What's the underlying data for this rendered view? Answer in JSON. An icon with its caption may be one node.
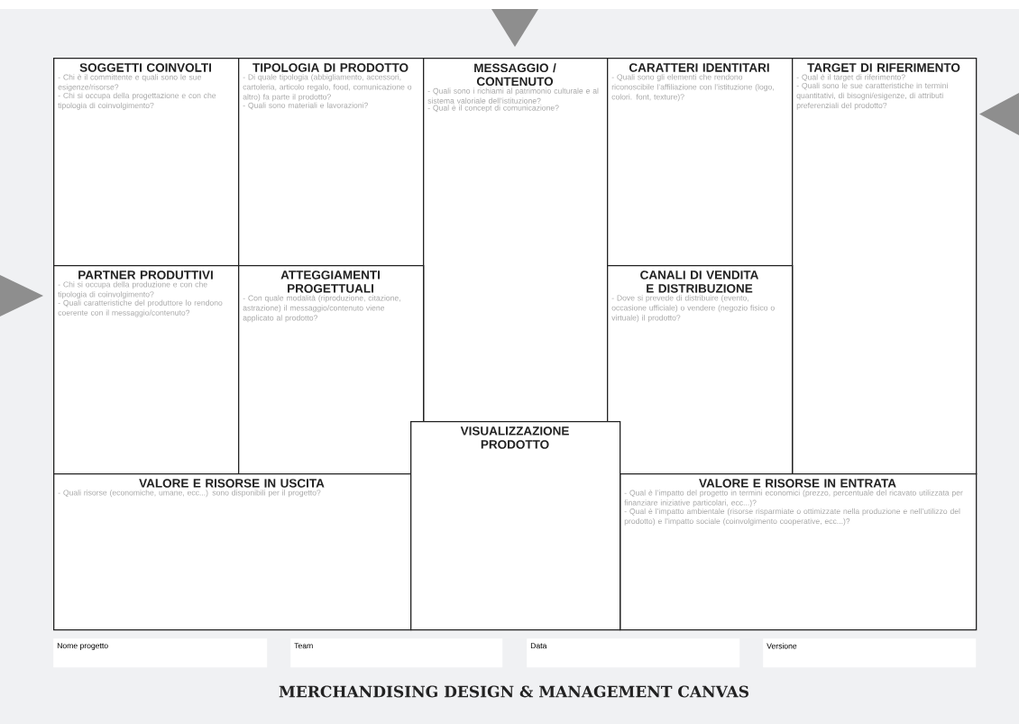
{
  "diagram": {
    "title": "MERCHANDISING DESIGN & MANAGEMENT CANVAS",
    "nodes": [
      {
        "text": [
          "SOGGETTI COINVOLTI",
          "- Chi è il committente e quali sono le sue esigenze/risorse?",
          "- Chi si occupa della progettazione e con che tipologia di coinvolgimento?"
        ]
      },
      {
        "text": [
          "TIPOLOGIA DI PRODOTTO",
          "- Di quale tipologia (abbigliamento, accessori, cartoleria, articolo regalo, food, comunicazione o altro) fa parte il prodotto?",
          "- Quali sono materiali e lavorazioni?"
        ]
      },
      {
        "text": [
          "MESSAGGIO / CONTENUTO",
          "- Quali sono i richiami al patrimonio culturale e al sistema valoriale dell’istituzione?",
          "- Qual è il concept di comunicazione?"
        ]
      },
      {
        "text": [
          "CARATTERI IDENTITARI",
          "- Quali sono gli elementi che rendono riconoscibile l’affiliazione con l’istituzione (logo, colori. font, texture)?"
        ]
      },
      {
        "text": [
          "TARGET DI RIFERIMENTO",
          "- Qual è il target di riferimento?",
          "- Quali sono le sue caratteristiche in termini quantitativi, di bisogni/esigenze, di attributi preferenziali del prodotto?"
        ]
      },
      {
        "text": [
          "PARTNER PRODUTTIVI",
          "- Chi si occupa della produzione e con che tipologia di coinvolgimento?",
          "- Quali caratteristiche del produttore lo rendono coerente con il messaggio/contenuto?"
        ]
      },
      {
        "text": [
          "ATTEGGIAMENTI PROGETTUALI",
          "- Con quale modalità (riproduzione, citazione, astrazione) il messaggio/contenuto viene applicato al prodotto?"
        ]
      },
      {
        "text": [
          "CANALI DI VENDITA E DISTRIBUZIONE",
          "- Dove si prevede di distribuire (evento, occasione ufficiale) o vendere (negozio fisico o virtuale) il prodotto?"
        ]
      },
      {
        "text": [
          "VISUALIZZAZIONE PRODOTTO"
        ]
      },
      {
        "text": [
          "VALORE E RISORSE IN USCITA",
          "- Quali risorse (economiche, umane, ecc...) sono disponibili per il progetto?"
        ]
      },
      {
        "text": [
          "VALORE E RISORSE IN ENTRATA",
          "- Qual è l’impatto del progetto in termini economici (prezzo, percentuale del ricavato utilizzata per finanziare iniziative particolari, ecc...)?",
          "- Qual è l’impatto ambientale (risorse risparmiate o ottimizzate nella produzione e nell’utilizzo del prodotto) e l’impatto sociale (coinvolgimento cooperative, ecc...)?"
        ]
      },
      {
        "text": [
          "Nome progetto"
        ]
      },
      {
        "text": [
          "Team"
        ]
      },
      {
        "text": [
          "Data"
        ]
      },
      {
        "text": [
          "Versione"
        ]
      }
    ]
  }
}
